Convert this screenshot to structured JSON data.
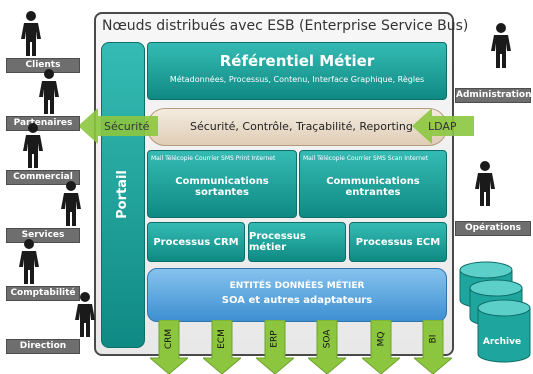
{
  "title": "Nœuds distribués avec ESB (Enterprise Service Bus)",
  "referentiel": {
    "title": "Référentiel Métier",
    "subtitle": "Métadonnées, Processus, Contenu, Interface Graphique, Règles"
  },
  "security_bar": {
    "text": "Sécurité, Contrôle, Traçabilité, Reporting",
    "left_arrow": "Sécurité",
    "right_arrow": "LDAP"
  },
  "portail": "Portail",
  "communications": {
    "outgoing": {
      "channels": "Mail Télécopie Courrier SMS Print Internet",
      "title_line1": "Communications",
      "title_line2": "sortantes"
    },
    "incoming": {
      "channels": "Mail Télécopie Courrier SMS Scan Internet",
      "title_line1": "Communications",
      "title_line2": "entrantes"
    }
  },
  "processus": [
    "Processus CRM",
    "Processus métier",
    "Processus ECM"
  ],
  "entites": {
    "line1": "ENTITÉS DONNÉES MÉTIER",
    "line2": "SOA et autres adaptateurs"
  },
  "connectors": [
    "CRM",
    "ECM",
    "ERP",
    "SOA",
    "MQ",
    "BI"
  ],
  "left_actors": [
    "Clients",
    "Partenaires",
    "Commercial",
    "Services",
    "Comptabilité",
    "Direction"
  ],
  "right_actors": [
    "Administration",
    "Opérations",
    "Archive"
  ],
  "colors": {
    "teal": "#1aa19a",
    "blue": "#4a99d9",
    "green_arrow": "#8cc63f",
    "gray_label": "#6e6e6e",
    "bar": "#e8dcc8"
  }
}
